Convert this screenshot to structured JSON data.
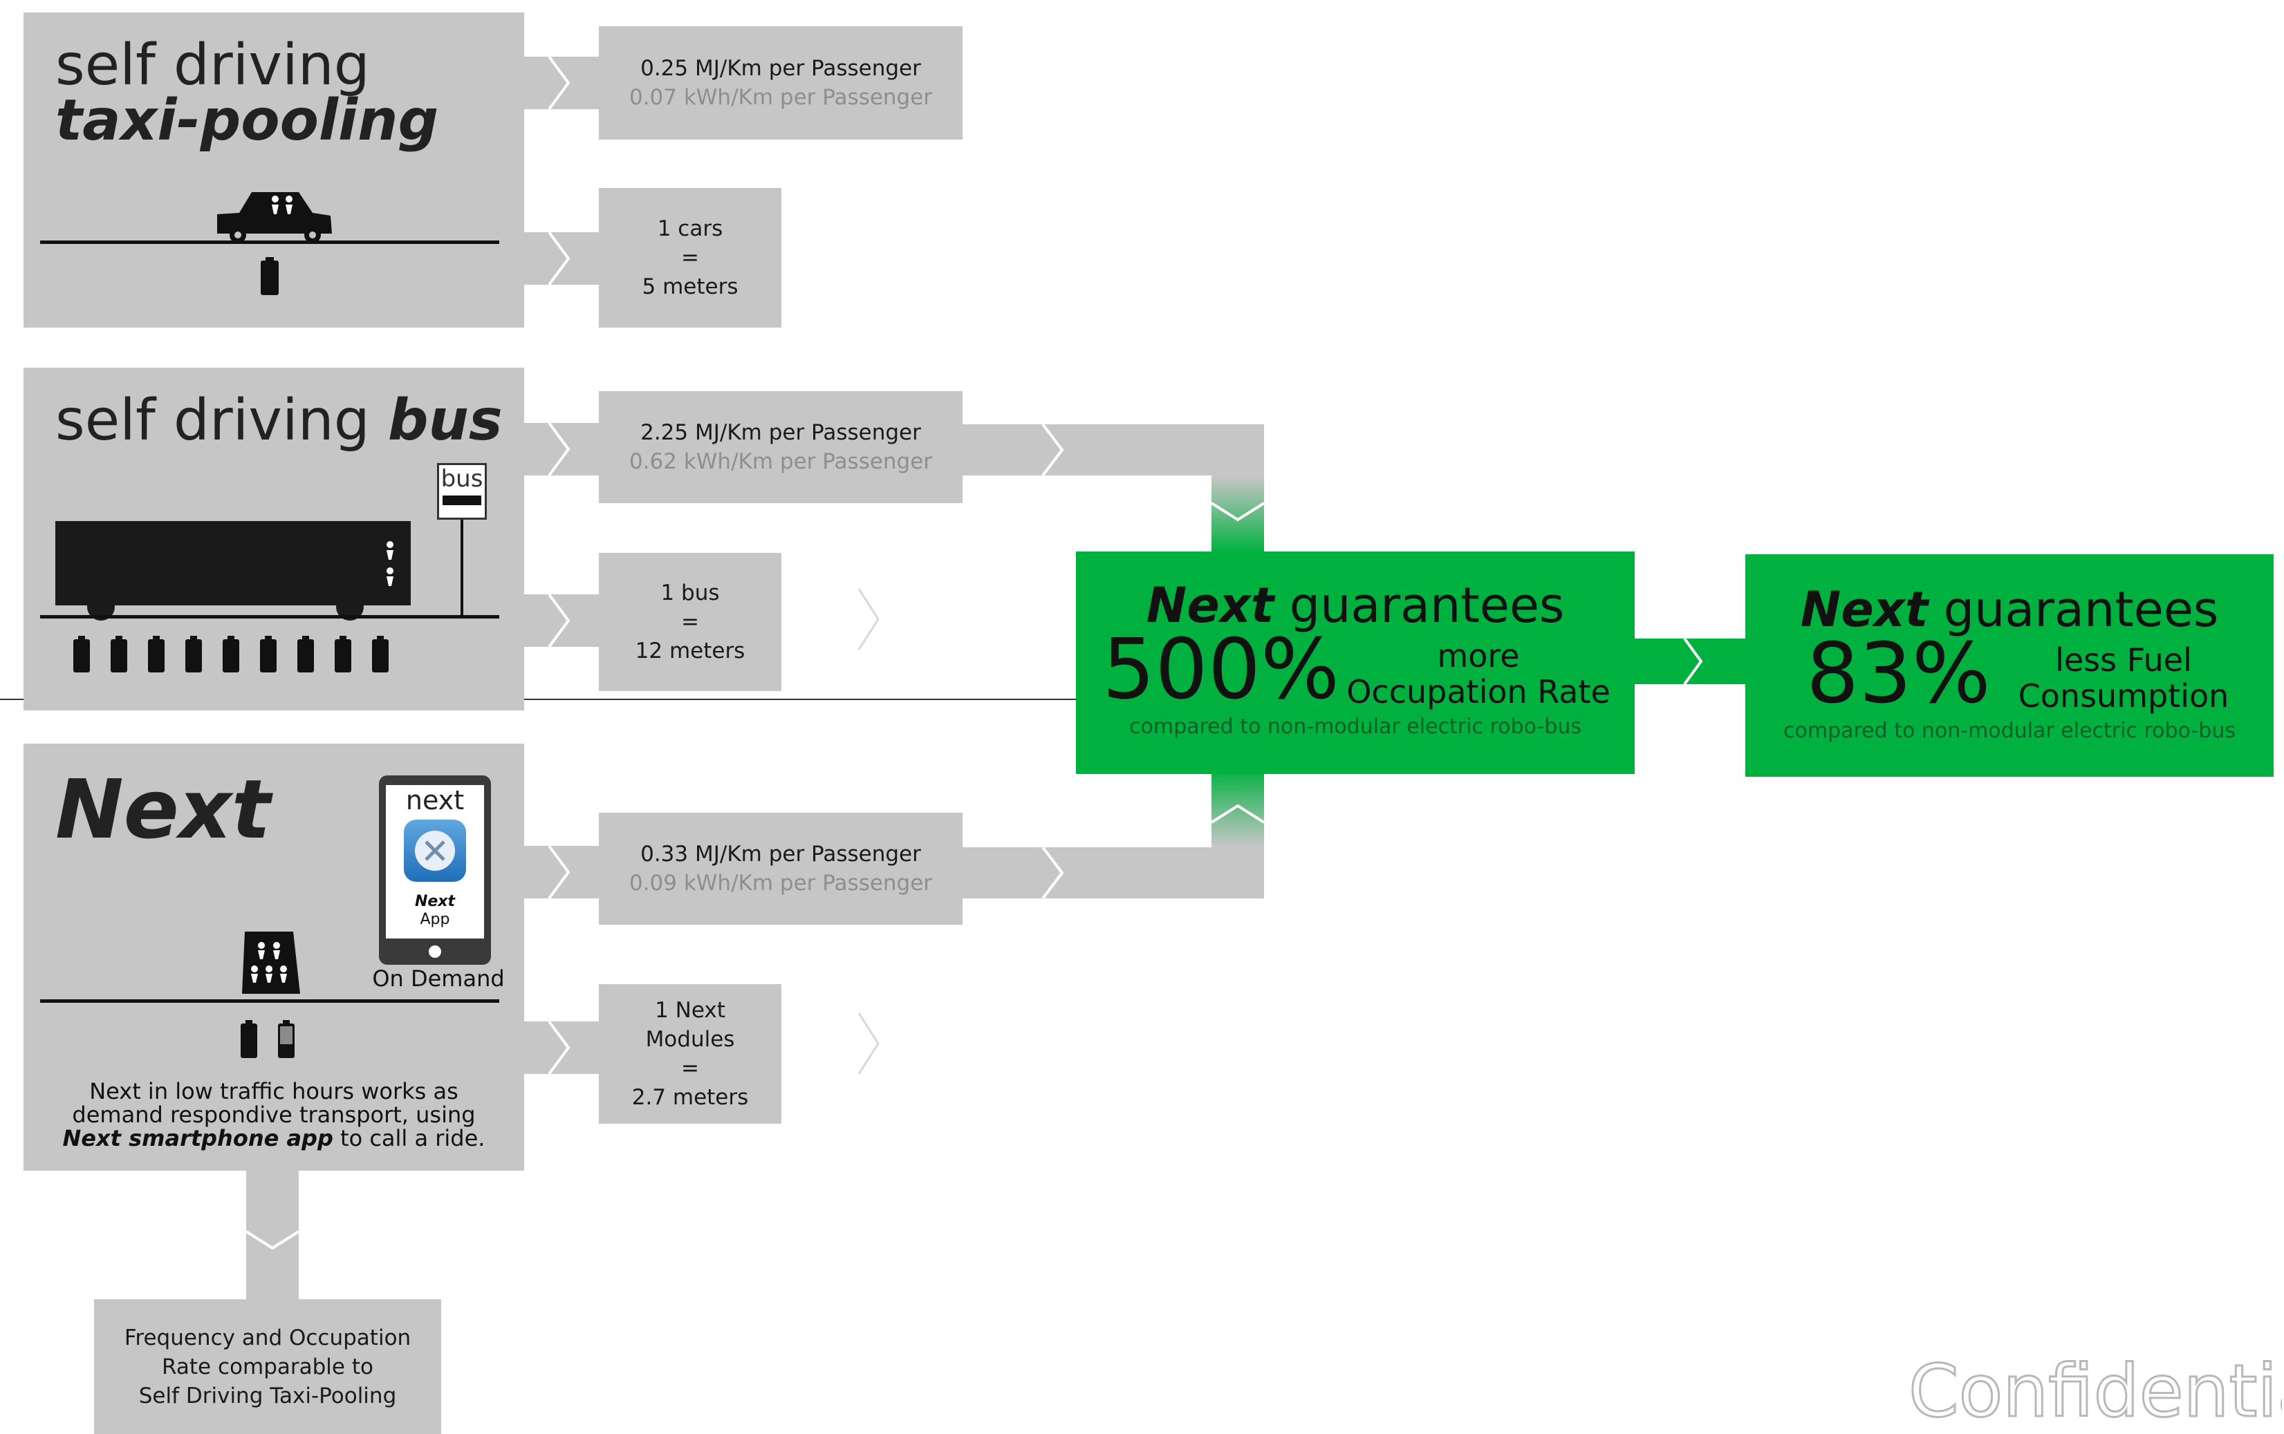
{
  "colors": {
    "panel": "#c6c6c6",
    "green": "#00b140",
    "chevron": "#ffffff",
    "ink": "#111111"
  },
  "taxi": {
    "title_line1": "self driving",
    "title_line2": "taxi-pooling",
    "energy_line1": "0.25 MJ/Km per Passenger",
    "energy_line2": "0.07 kWh/Km per Passenger",
    "size_line1": "1 cars",
    "size_line2": "=",
    "size_line3": "5 meters"
  },
  "bus": {
    "title_plain": "self driving",
    "title_bold": "bus",
    "stop_sign": "bus",
    "energy_line1": "2.25 MJ/Km per Passenger",
    "energy_line2": "0.62 kWh/Km per Passenger",
    "size_line1": "1 bus",
    "size_line2": "=",
    "size_line3": "12 meters"
  },
  "next": {
    "title": "Next",
    "phone_brand": "next",
    "app_label_line1": "Next",
    "app_label_line2": "App",
    "on_demand": "On Demand",
    "description_line1": "Next in low traffic hours works as",
    "description_line2": "demand respondive transport, using",
    "description_bold": "Next smartphone app",
    "description_rest": "to call a ride.",
    "energy_line1": "0.33 MJ/Km per Passenger",
    "energy_line2": "0.09 kWh/Km per Passenger",
    "size_line1": "1 Next",
    "size_line2": "Modules",
    "size_line3": "=",
    "size_line4": "2.7 meters",
    "frequency_line1": "Frequency and Occupation",
    "frequency_line2": "Rate comparable to",
    "frequency_line3": "Self Driving Taxi-Pooling"
  },
  "occupation": {
    "brand": "Next",
    "heading": "guarantees",
    "big_value": "500%",
    "line1": "more",
    "line2": "Occupation Rate",
    "footnote": "compared to non-modular electric robo-bus"
  },
  "fuel": {
    "brand": "Next",
    "heading": "guarantees",
    "big_value": "83%",
    "line1": "less Fuel",
    "line2": "Consumption",
    "footnote": "compared to non-modular electric robo-bus"
  },
  "watermark": "Confidentia"
}
